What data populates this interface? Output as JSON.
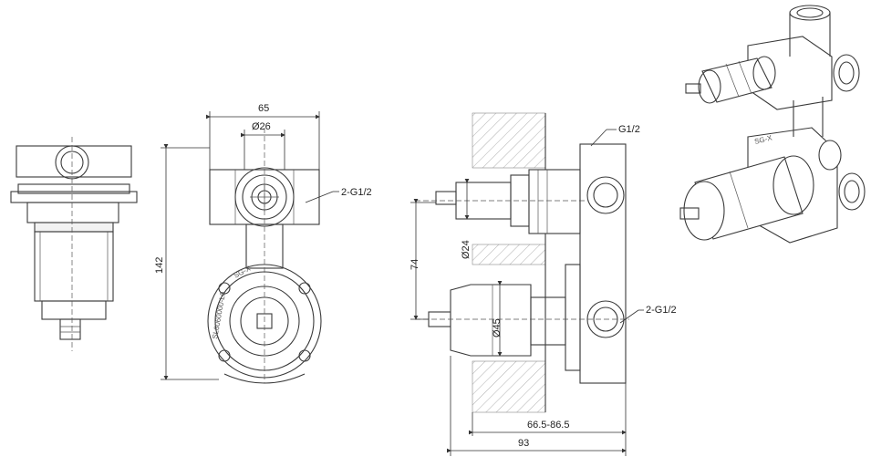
{
  "dimensions": {
    "width_65": "65",
    "dia_26": "Ø26",
    "g12_right": "2-G1/2",
    "height_142": "142",
    "g12_top": "G1/2",
    "h_74": "74",
    "dia_24": "Ø24",
    "dia_45": "Ø45",
    "g12_lower": "2-G1/2",
    "range_66": "66.5-86.5",
    "len_93": "93"
  },
  "markings": {
    "sgx_front": "SG-X",
    "ring_text": "SL6060000-L0",
    "sgx_iso": "SG-X"
  }
}
